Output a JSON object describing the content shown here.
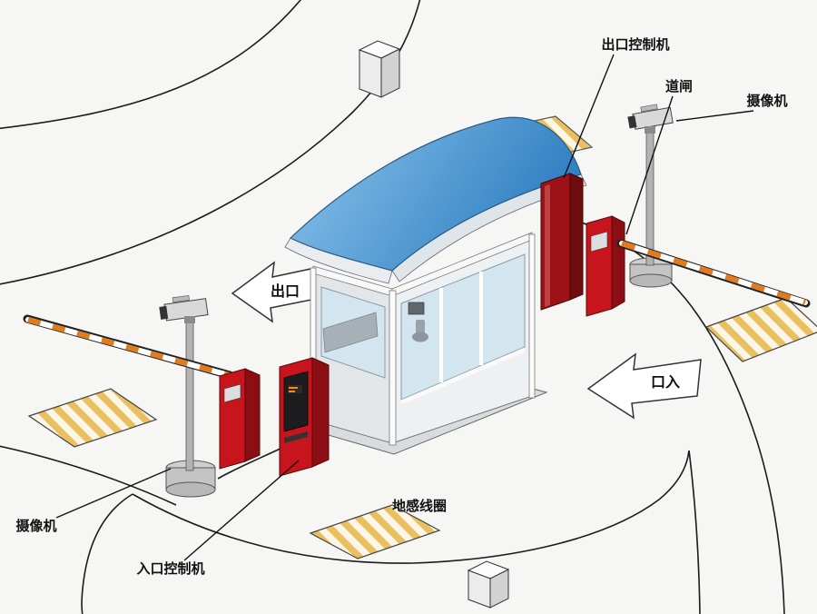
{
  "scene": {
    "title": "parking-lot-access-control-system-diagram",
    "labels": {
      "exit_controller": "出口控制机",
      "barrier_gate": "道闸",
      "camera_right": "摄像机",
      "camera_left": "摄像机",
      "entrance_controller": "入口控制机",
      "ground_loop": "地感线圈",
      "exit_direction": "出口",
      "entry_direction": "口入"
    },
    "colors": {
      "background": "#f6f6f4",
      "line": "#1c1c1c",
      "machine_red": "#c8151d",
      "machine_red_dark": "#8a0e13",
      "machine_red_top": "#e04048",
      "exit_panel_red": "#9c1217",
      "exit_panel_red_dark": "#6e0c10",
      "canopy_blue": "#2f7fc2",
      "canopy_blue_light": "#8ec6ec",
      "loop_stripe": "#e9c05f",
      "loop_bg": "#fbf6e8",
      "arm_stripe": "#e07b20",
      "metal_gray": "#b3b3b3",
      "glass_blue": "#d3e5ef"
    }
  }
}
